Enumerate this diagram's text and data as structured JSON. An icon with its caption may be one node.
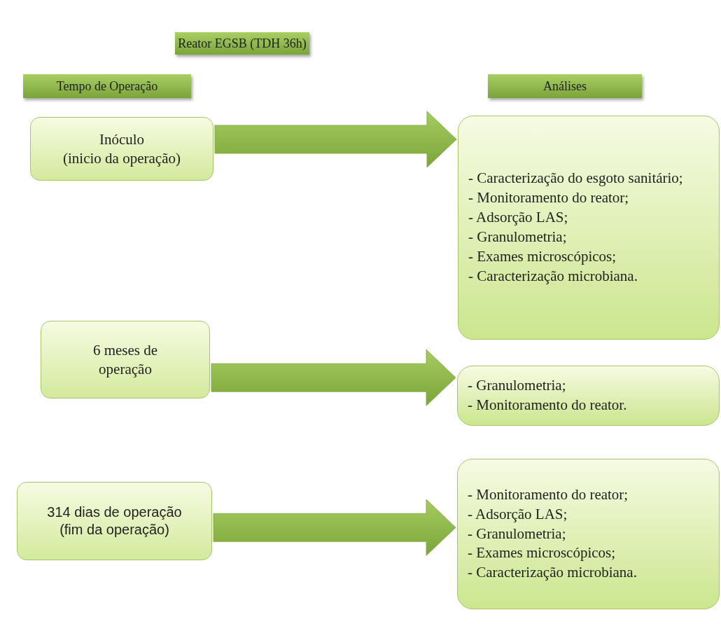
{
  "diagram": {
    "nodes": [
      {
        "text": [
          "Reator EGSB (TDH 36h)"
        ]
      },
      {
        "text": [
          "Tempo de Operação"
        ]
      },
      {
        "text": [
          "Análises"
        ]
      },
      {
        "text": [
          "Inóculo",
          "(inicio da operação)"
        ]
      },
      {
        "text": [
          "- Caracterização do esgoto sanitário;",
          "- Monitoramento do reator;",
          "- Adsorção LAS;",
          "- Granulometria;",
          "- Exames microscópicos;",
          "- Caracterização microbiana."
        ]
      },
      {
        "text": [
          "6 meses de operação"
        ]
      },
      {
        "text": [
          "- Granulometria;",
          "- Monitoramento do reator."
        ]
      },
      {
        "text": [
          "314 dias de operação",
          "(fim da operação)"
        ]
      },
      {
        "text": [
          "- Monitoramento do reator;",
          "- Adsorção LAS;",
          "- Granulometria;",
          "- Exames microscópicos;",
          "- Caracterização microbiana."
        ]
      }
    ],
    "edges": [
      {
        "from": 3,
        "to": 4,
        "arrow": "to"
      },
      {
        "from": 5,
        "to": 6,
        "arrow": "to"
      },
      {
        "from": 7,
        "to": 8,
        "arrow": "to"
      }
    ]
  }
}
